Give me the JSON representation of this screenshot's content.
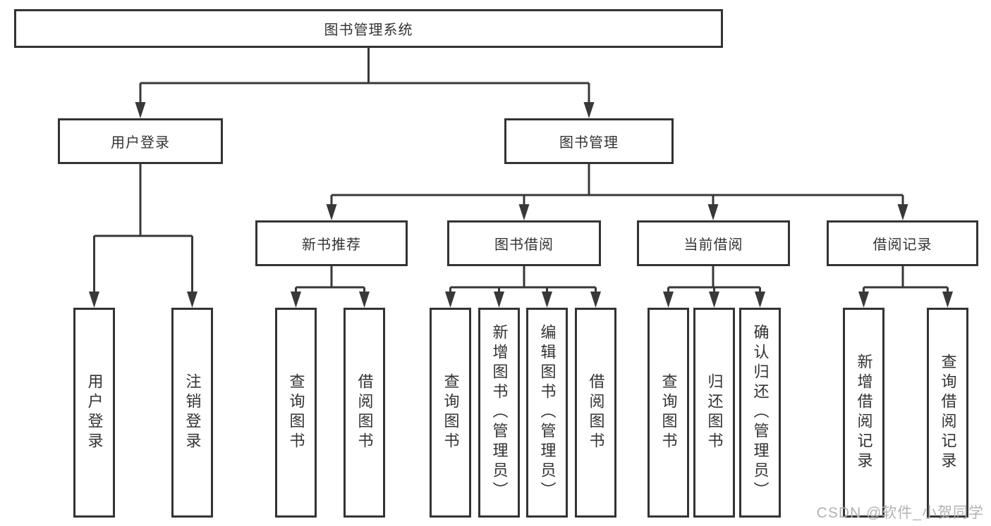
{
  "diagram": {
    "title": "图书管理系统",
    "level2": [
      {
        "label": "用户登录",
        "leaves": [
          "用户登录",
          "注销登录"
        ]
      },
      {
        "label": "图书管理",
        "sections": [
          {
            "label": "新书推荐",
            "leaves": [
              "查询图书",
              "借阅图书"
            ]
          },
          {
            "label": "图书借阅",
            "leaves": [
              "查询图书",
              "新增图书（管理员）",
              "编辑图书（管理员）",
              "借阅图书"
            ]
          },
          {
            "label": "当前借阅",
            "leaves": [
              "查询图书",
              "归还图书",
              "确认归还（管理员）"
            ]
          },
          {
            "label": "借阅记录",
            "leaves": [
              "新增借阅记录",
              "查询借阅记录"
            ]
          }
        ]
      }
    ]
  },
  "watermark": "CSDN @软件_小贺同学",
  "colors": {
    "line": "#383838",
    "box_border": "#333333",
    "text": "#333333",
    "watermark": "#b2b2b2",
    "background": "#ffffff"
  }
}
